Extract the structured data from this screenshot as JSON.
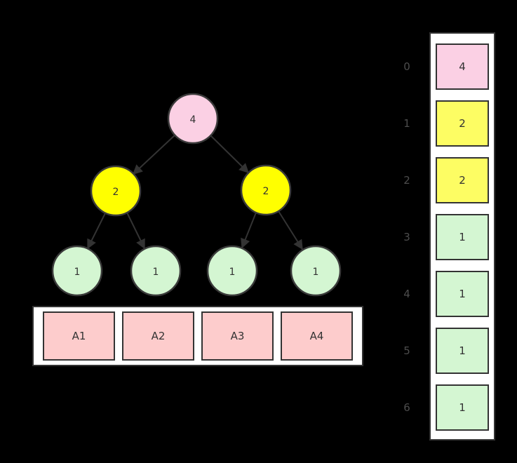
{
  "diagram": {
    "background": "#000000",
    "line_color": "#333333",
    "node_border_color": "#3a3a3a",
    "node_text_color": "#333333",
    "index_text_color": "#4d4d4d"
  },
  "tree": {
    "nodes": [
      {
        "value": "4",
        "color": "#fbd0e4",
        "role": "root"
      },
      {
        "value": "2",
        "color": "#ffff00",
        "role": "internal-left"
      },
      {
        "value": "2",
        "color": "#ffff00",
        "role": "internal-right"
      },
      {
        "value": "1",
        "color": "#d4f6d2",
        "role": "leaf-1"
      },
      {
        "value": "1",
        "color": "#d4f6d2",
        "role": "leaf-2"
      },
      {
        "value": "1",
        "color": "#d4f6d2",
        "role": "leaf-3"
      },
      {
        "value": "1",
        "color": "#d4f6d2",
        "role": "leaf-4"
      }
    ]
  },
  "array": {
    "container_color": "#ffffff",
    "cell_color": "#fdcccc",
    "cells": [
      {
        "label": "A1"
      },
      {
        "label": "A2"
      },
      {
        "label": "A3"
      },
      {
        "label": "A4"
      }
    ]
  },
  "heap": {
    "container_color": "#ffffff",
    "items": [
      {
        "index": "0",
        "value": "4",
        "color": "#fbd0e4"
      },
      {
        "index": "1",
        "value": "2",
        "color": "#fdfd63"
      },
      {
        "index": "2",
        "value": "2",
        "color": "#fdfd63"
      },
      {
        "index": "3",
        "value": "1",
        "color": "#d4f6d2"
      },
      {
        "index": "4",
        "value": "1",
        "color": "#d4f6d2"
      },
      {
        "index": "5",
        "value": "1",
        "color": "#d4f6d2"
      },
      {
        "index": "6",
        "value": "1",
        "color": "#d4f6d2"
      }
    ]
  }
}
